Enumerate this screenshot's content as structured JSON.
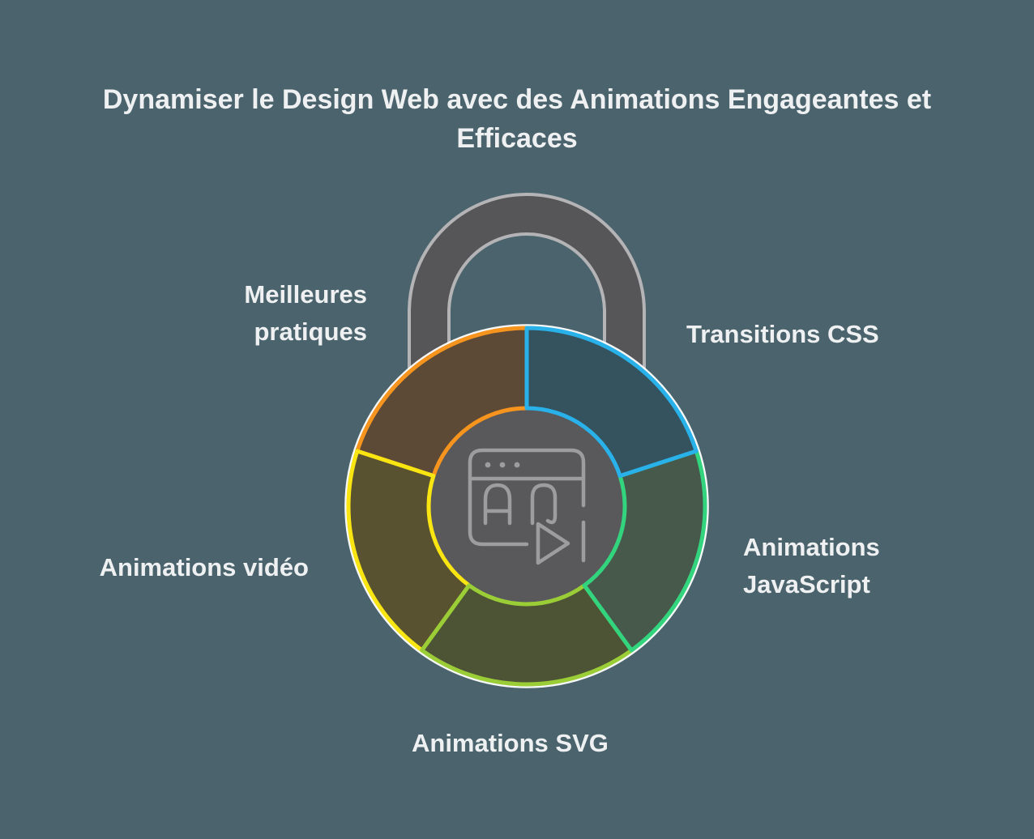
{
  "title": {
    "line1": "Dynamiser le Design Web avec des Animations Engageantes et",
    "line2": "Efficaces"
  },
  "diagram": {
    "type": "padlock-donut-infographic",
    "center_icon": "browser-window-animation-play-icon",
    "center_icon_text": "AN",
    "segments": [
      {
        "id": "transitions-css",
        "label": "Transitions CSS",
        "stroke": "#29b1ea",
        "fill": "#35535f",
        "start_angle": 0,
        "end_angle": 72
      },
      {
        "id": "animations-javascript",
        "label": "Animations JavaScript",
        "stroke": "#33d47e",
        "fill": "#46594a",
        "start_angle": 72,
        "end_angle": 144
      },
      {
        "id": "animations-svg",
        "label": "Animations SVG",
        "stroke": "#9bce36",
        "fill": "#4d5435",
        "start_angle": 144,
        "end_angle": 216
      },
      {
        "id": "animations-video",
        "label": "Animations vidéo",
        "stroke": "#f9e511",
        "fill": "#595231",
        "start_angle": 216,
        "end_angle": 288
      },
      {
        "id": "meilleures-pratiques",
        "label": "Meilleures pratiques",
        "stroke": "#f7941e",
        "fill": "#5c4a36",
        "start_angle": 288,
        "end_angle": 360
      }
    ]
  },
  "colors": {
    "background": "#4a636c",
    "text": "#eef0f1",
    "lock_body": "#565659",
    "lock_stroke": "#b4b4b6",
    "center_circle": "#59595c",
    "icon_stroke": "#9d9da0",
    "outer_ring": "#ffffff"
  }
}
